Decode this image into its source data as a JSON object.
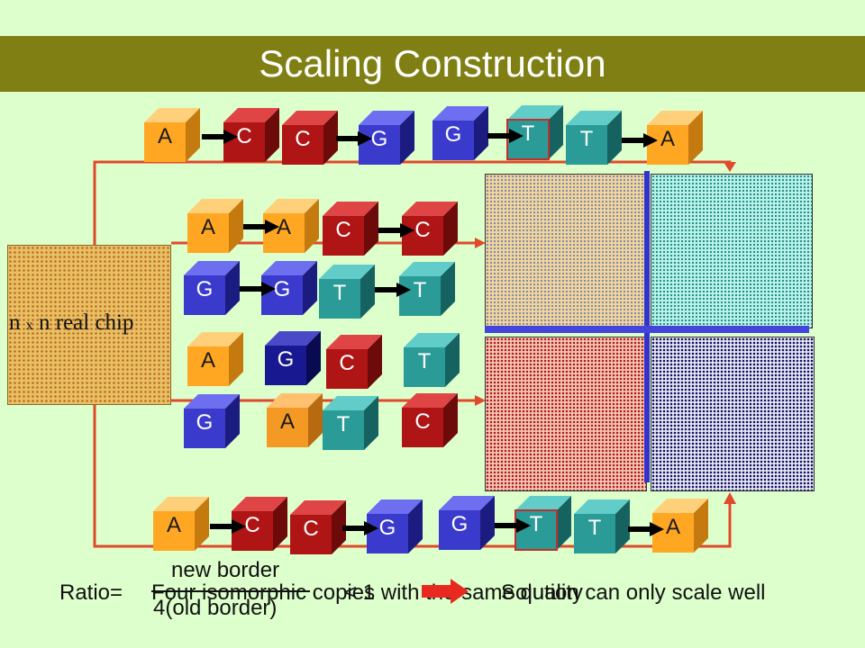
{
  "title": "Scaling Construction",
  "colors": {
    "yellow": "#ffa722",
    "red": "#b01515",
    "blue": "#3a3acc",
    "teal": "#2a9b96",
    "navy": "#181890",
    "orange": "#f49a24"
  },
  "top_sequence": [
    "A",
    "C",
    "C",
    "G",
    "G",
    "T",
    "T",
    "A"
  ],
  "bottom_sequence": [
    "A",
    "C",
    "C",
    "G",
    "G",
    "T",
    "T",
    "A"
  ],
  "rules": [
    [
      "A",
      "A",
      "C",
      "C"
    ],
    [
      "G",
      "G",
      "T",
      "T"
    ],
    [
      "A",
      "G",
      "C",
      "T"
    ],
    [
      "G",
      "A",
      "T",
      "C"
    ]
  ],
  "chip": {
    "label_n1": "n",
    "label_x": "x",
    "label_rest": "n real chip"
  },
  "bottom": {
    "ratio": "Ratio=",
    "numerator": "new border",
    "denominator": "4(old border)",
    "less_than": "< 1",
    "copies": "Four isomorphic copies with the same quality",
    "conclusion": "Solution can only scale well"
  }
}
